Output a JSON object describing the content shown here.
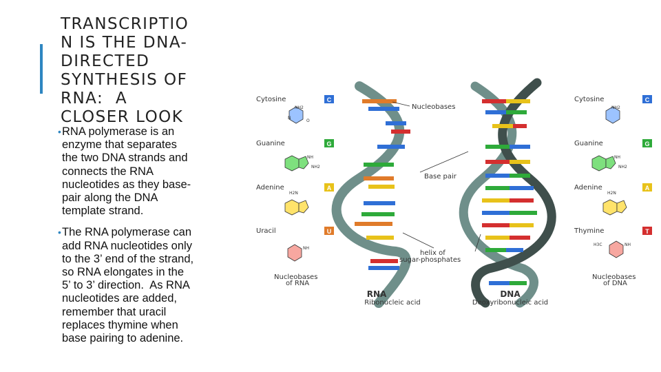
{
  "slide": {
    "title_lines": [
      "TRANSCRIPTIO",
      "N IS THE DNA-",
      "DIRECTED",
      "SYNTHESIS OF",
      "RNA:  A",
      "CLOSER LOOK"
    ],
    "bullets": [
      {
        "lines": [
          "RNA polymerase is an",
          "enzyme that separates",
          "the two DNA strands and",
          "connects the RNA",
          "nucleotides as they base-",
          "pair along the DNA",
          "template strand."
        ]
      },
      {
        "lines": [
          "The RNA polymerase can",
          "add RNA nucleotides only",
          "to the 3’ end of the strand,",
          "so RNA elongates in the",
          "5’ to 3’ direction.  As RNA",
          "nucleotides are added,",
          "remember that uracil",
          "replaces thymine when",
          "base pairing to adenine."
        ]
      }
    ],
    "accent_color": "#2e86c1"
  },
  "figure": {
    "left_bases": [
      {
        "name": "Cytosine",
        "letter": "C",
        "color": "#2f6fd6"
      },
      {
        "name": "Guanine",
        "letter": "G",
        "color": "#2eaa3a"
      },
      {
        "name": "Adenine",
        "letter": "A",
        "color": "#e8c21a"
      },
      {
        "name": "Uracil",
        "letter": "U",
        "color": "#e07b2a"
      }
    ],
    "right_bases": [
      {
        "name": "Cytosine",
        "letter": "C",
        "color": "#2f6fd6"
      },
      {
        "name": "Guanine",
        "letter": "G",
        "color": "#2eaa3a"
      },
      {
        "name": "Adenine",
        "letter": "A",
        "color": "#e8c21a"
      },
      {
        "name": "Thymine",
        "letter": "T",
        "color": "#d42f2f"
      }
    ],
    "chem_labels": {
      "nh2": "NH2",
      "nh": "NH",
      "n": "N",
      "o": "O",
      "h2n": "H2N",
      "h3c": "H3C"
    },
    "left_caption_lines": [
      "Nucleobases",
      "of RNA"
    ],
    "right_caption_lines": [
      "Nucleobases",
      "of DNA"
    ],
    "callout_nucleobases": "Nucleobases",
    "callout_basepair": "Base pair",
    "callout_helix_lines": [
      "helix of",
      "sugar-phosphates"
    ],
    "rna_label": "RNA",
    "rna_sublabel": "Ribonucleic acid",
    "dna_label": "DNA",
    "dna_sublabel": "Deoxyribonucleic acid",
    "colors": {
      "backbone": "#6f8f8a",
      "backbone_dark": "#3f4f4c",
      "cytosine": "#2f6fd6",
      "guanine": "#2eaa3a",
      "adenine": "#e8c21a",
      "uracil": "#e07b2a",
      "thymine": "#d42f2f"
    }
  }
}
